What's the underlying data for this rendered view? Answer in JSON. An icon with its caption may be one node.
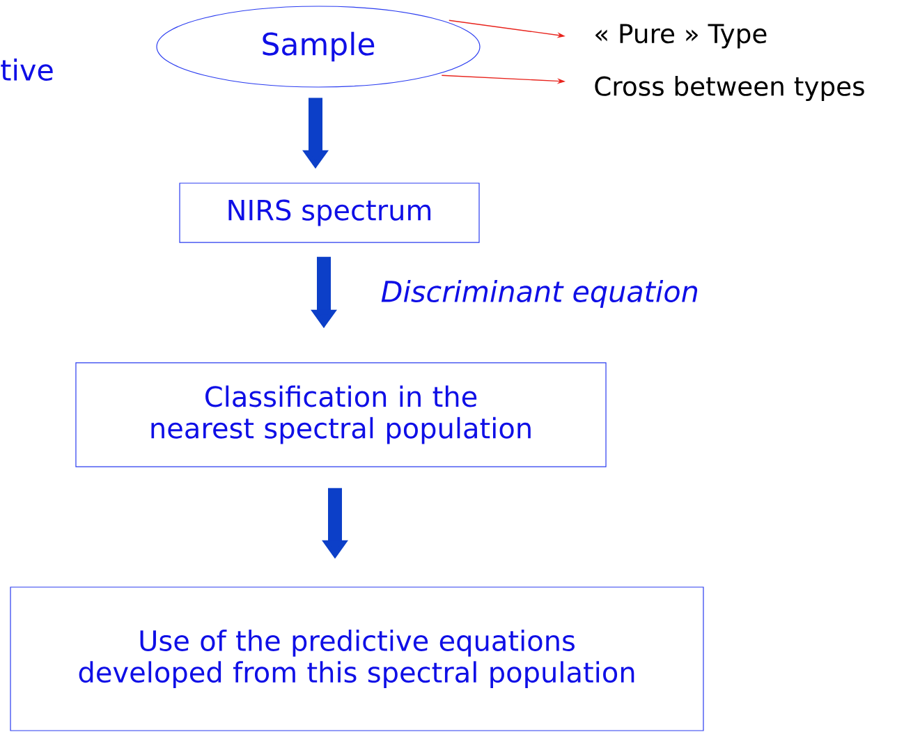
{
  "diagram": {
    "nodes": [
      {
        "text": [
          "Sample"
        ]
      },
      {
        "text": [
          "« Pure » Type"
        ]
      },
      {
        "text": [
          "Cross between types"
        ]
      },
      {
        "text": [
          "NIRS spectrum"
        ]
      },
      {
        "text": [
          "Classification in the nearest spectral population"
        ]
      },
      {
        "text": [
          "Use of the predictive equations developed from this spectral population"
        ]
      }
    ],
    "edges": [
      {
        "from": 0,
        "to": 1,
        "arrow": "to",
        "color": "#e8231c"
      },
      {
        "from": 0,
        "to": 2,
        "arrow": "to",
        "color": "#e8231c"
      },
      {
        "from": 0,
        "to": 3,
        "arrow": "to"
      },
      {
        "from": 3,
        "to": 4,
        "arrow": "to",
        "label": "*Discriminant equation*"
      },
      {
        "from": 4,
        "to": 5,
        "arrow": "to"
      }
    ],
    "labels": [
      "tive"
    ]
  }
}
